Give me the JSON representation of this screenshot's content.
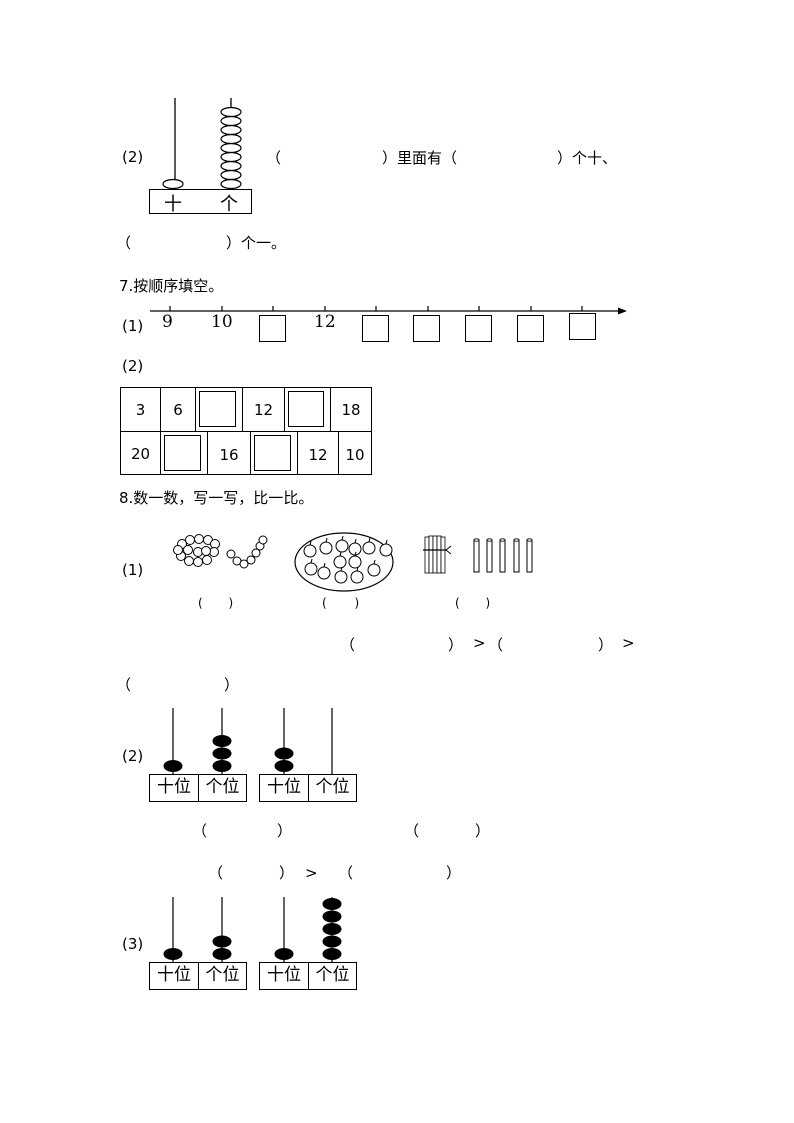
{
  "q6": {
    "label": "(2)",
    "abacus_labels": [
      "十",
      "个"
    ],
    "text_a": "（",
    "text_b": "）里面有（",
    "text_c": "）个十、",
    "text_d": "（",
    "text_e": "）个一。"
  },
  "q7": {
    "title": "7.按顺序填空。",
    "part1_label": "(1)",
    "numberline_labels": [
      "9",
      "10",
      "12"
    ],
    "part2_label": "(2)",
    "row1": [
      "3",
      "6",
      "",
      "12",
      "",
      "18"
    ],
    "row2": [
      "20",
      "",
      "16",
      "",
      "12",
      "10"
    ]
  },
  "q8": {
    "title": "8.数一数，写一写，比一比。",
    "part1_label": "(1)",
    "paren_small": [
      "(",
      ")"
    ],
    "compare_open": "（",
    "compare_close": "）",
    "gt": ">",
    "part2_label": "(2)",
    "part3_label": "(3)",
    "place_tens": "十位",
    "place_ones": "个位",
    "abacus2": [
      {
        "tens": 1,
        "ones": 3
      },
      {
        "tens": 2,
        "ones": 0
      }
    ],
    "abacus3": [
      {
        "tens": 1,
        "ones": 2
      },
      {
        "tens": 1,
        "ones": 5
      }
    ]
  }
}
